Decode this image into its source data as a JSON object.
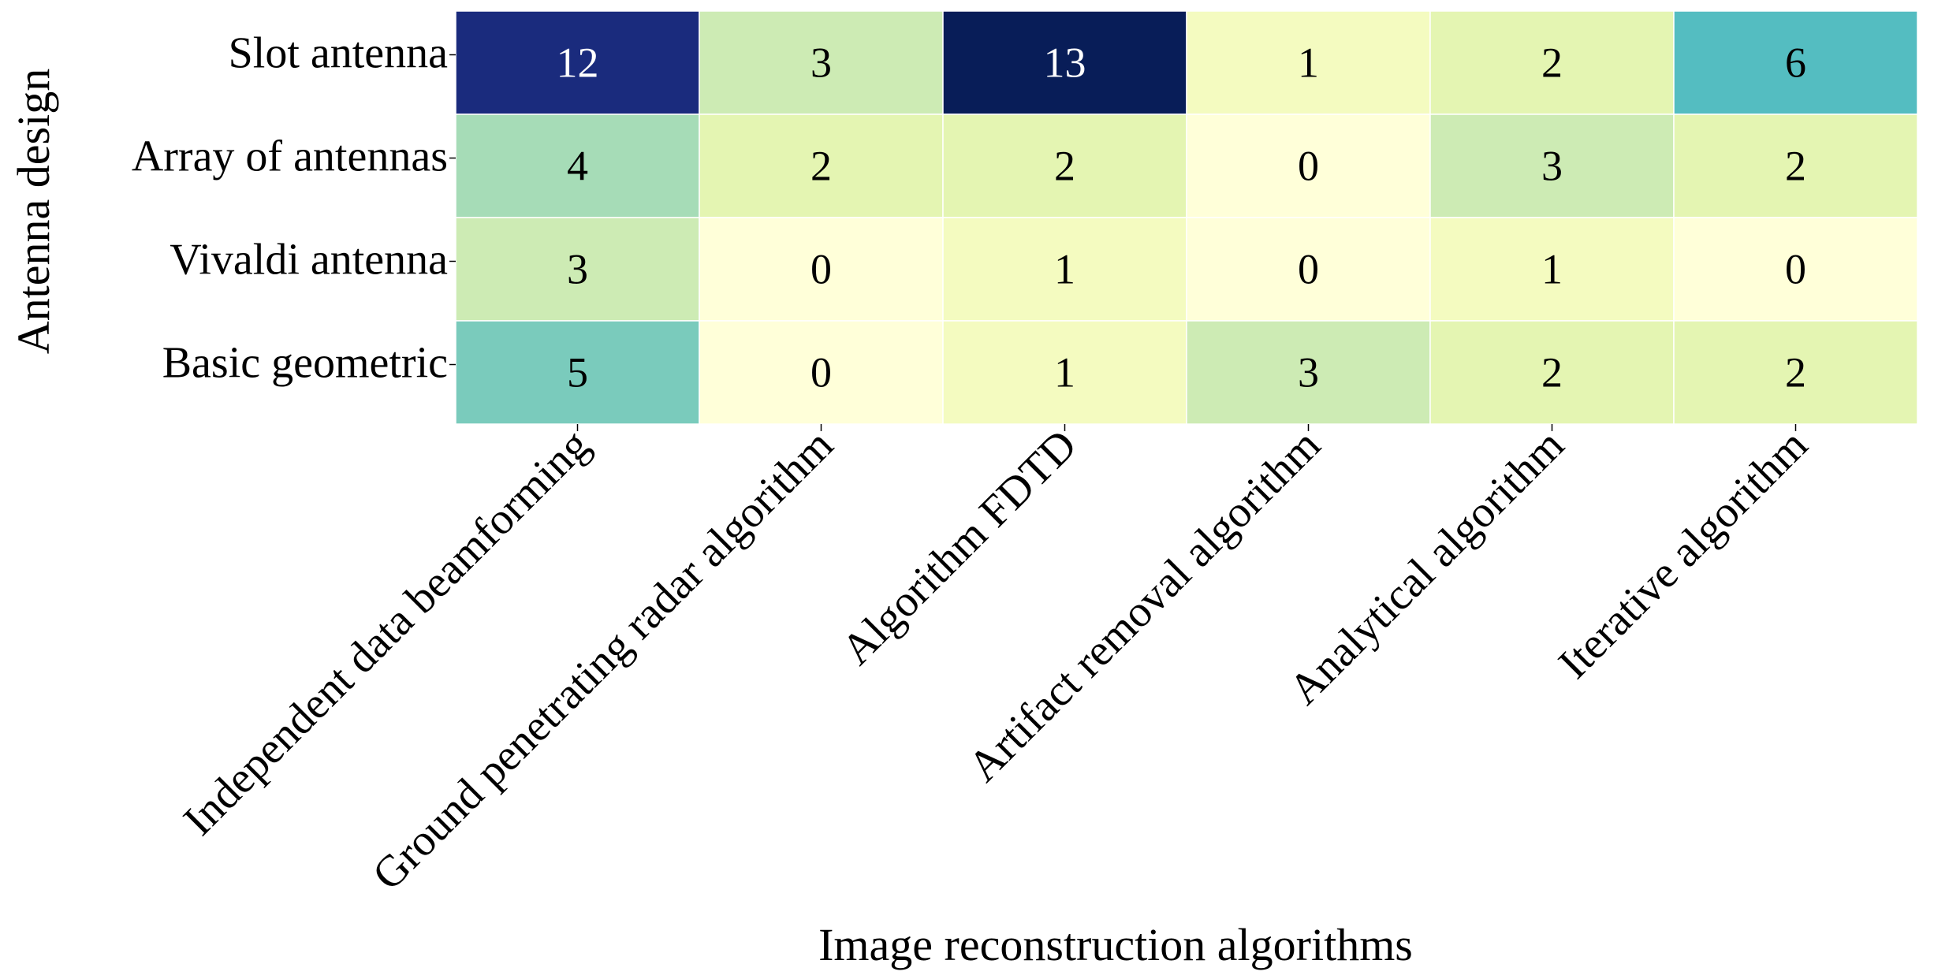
{
  "chart_data": {
    "type": "heatmap",
    "title": "",
    "xlabel": "Image reconstruction algorithms",
    "ylabel": "Antenna design",
    "x_categories": [
      "Independent data beamforming",
      "Ground penetrating radar algorithm",
      "Algorithm FDTD",
      "Artifact removal algorithm",
      "Analytical algorithm",
      "Iterative algorithm"
    ],
    "y_categories": [
      "Slot antenna",
      "Array of antennas",
      "Vivaldi antenna",
      "Basic geometric"
    ],
    "values": [
      [
        12,
        3,
        13,
        1,
        2,
        6
      ],
      [
        4,
        2,
        2,
        0,
        3,
        2
      ],
      [
        3,
        0,
        1,
        0,
        1,
        0
      ],
      [
        5,
        0,
        1,
        3,
        2,
        2
      ]
    ],
    "value_range": [
      0,
      13
    ],
    "colormap": "YlGnBu",
    "colormap_stops": [
      "#ffffd9",
      "#edf8b1",
      "#c7e9b4",
      "#7fcdbb",
      "#41b6c4",
      "#1d91c0",
      "#225ea8",
      "#253494",
      "#081d58"
    ],
    "cell_border_color": "#ffffff",
    "text_color_dark": "#000000",
    "text_color_light": "#ffffff",
    "colorbar": false
  }
}
